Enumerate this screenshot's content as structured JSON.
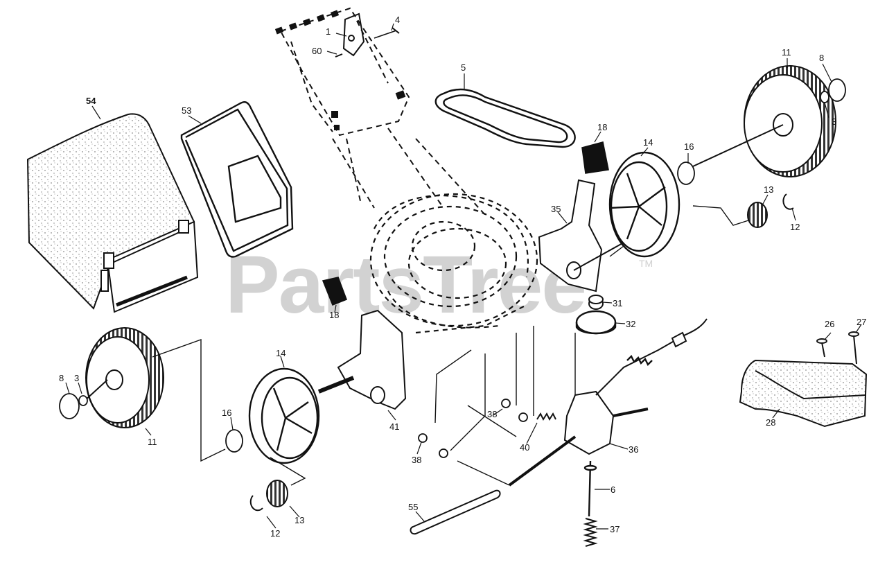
{
  "watermark": {
    "text": "PartsTree",
    "mark": "TM"
  },
  "callouts": [
    {
      "id": "c1",
      "label": "1"
    },
    {
      "id": "c4",
      "label": "4"
    },
    {
      "id": "c60",
      "label": "60"
    },
    {
      "id": "c5",
      "label": "5"
    },
    {
      "id": "c11a",
      "label": "11"
    },
    {
      "id": "c8a",
      "label": "8"
    },
    {
      "id": "c3a",
      "label": "3"
    },
    {
      "id": "c54",
      "label": "54"
    },
    {
      "id": "c53",
      "label": "53"
    },
    {
      "id": "c18a",
      "label": "18"
    },
    {
      "id": "c14a",
      "label": "14"
    },
    {
      "id": "c16a",
      "label": "16"
    },
    {
      "id": "c13a",
      "label": "13"
    },
    {
      "id": "c12a",
      "label": "12"
    },
    {
      "id": "c35",
      "label": "35"
    },
    {
      "id": "c31",
      "label": "31"
    },
    {
      "id": "c32",
      "label": "32"
    },
    {
      "id": "c18b",
      "label": "18"
    },
    {
      "id": "c14b",
      "label": "14"
    },
    {
      "id": "c8b",
      "label": "8"
    },
    {
      "id": "c3b",
      "label": "3"
    },
    {
      "id": "c11b",
      "label": "11"
    },
    {
      "id": "c16b",
      "label": "16"
    },
    {
      "id": "c41",
      "label": "41"
    },
    {
      "id": "c13b",
      "label": "13"
    },
    {
      "id": "c12b",
      "label": "12"
    },
    {
      "id": "c38a",
      "label": "38"
    },
    {
      "id": "c38b",
      "label": "38"
    },
    {
      "id": "c38c",
      "label": "38"
    },
    {
      "id": "c40",
      "label": "40"
    },
    {
      "id": "c36",
      "label": "36"
    },
    {
      "id": "c6",
      "label": "6"
    },
    {
      "id": "c37",
      "label": "37"
    },
    {
      "id": "c55",
      "label": "55"
    },
    {
      "id": "c26",
      "label": "26"
    },
    {
      "id": "c27",
      "label": "27"
    },
    {
      "id": "c28",
      "label": "28"
    }
  ]
}
